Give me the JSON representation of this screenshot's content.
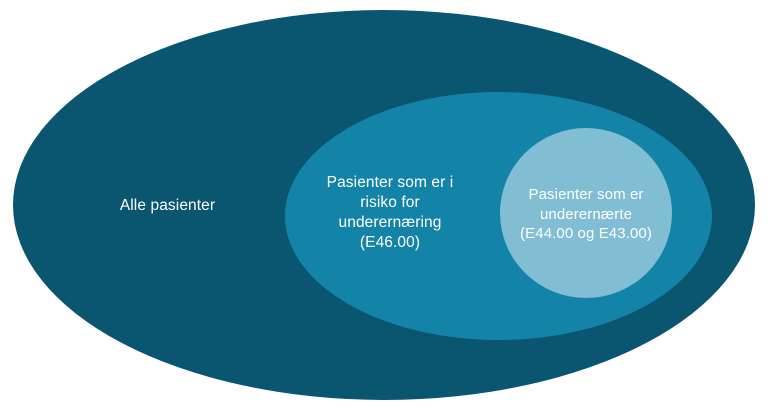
{
  "diagram": {
    "type": "euler-venn-nested-ellipses",
    "title": "",
    "background_color": "#ffffff",
    "sets": [
      {
        "id": "all-patients",
        "name": "outer-set",
        "label": "Alle pasienter",
        "fill_color": "#0a5570",
        "text_color": "#ffffff",
        "level": 0
      },
      {
        "id": "at-risk",
        "name": "middle-set",
        "label": "Pasienter som er i\nrisiko for\nunderernæring\n(E46.00)",
        "label_lines": [
          "Pasienter som er i",
          "risiko for",
          "underernæring",
          "(E46.00)"
        ],
        "code": "E46.00",
        "fill_color": "#1383a8",
        "text_color": "#ffffff",
        "level": 1
      },
      {
        "id": "malnourished",
        "name": "inner-set",
        "label": "Pasienter som er\nunderernærte\n(E44.00 og E43.00)",
        "label_lines": [
          "Pasienter som er",
          "underernærte",
          "(E44.00 og E43.00)"
        ],
        "codes": [
          "E44.00",
          "E43.00"
        ],
        "fill_color": "#82bed3",
        "text_color": "#ffffff",
        "level": 2
      }
    ]
  }
}
